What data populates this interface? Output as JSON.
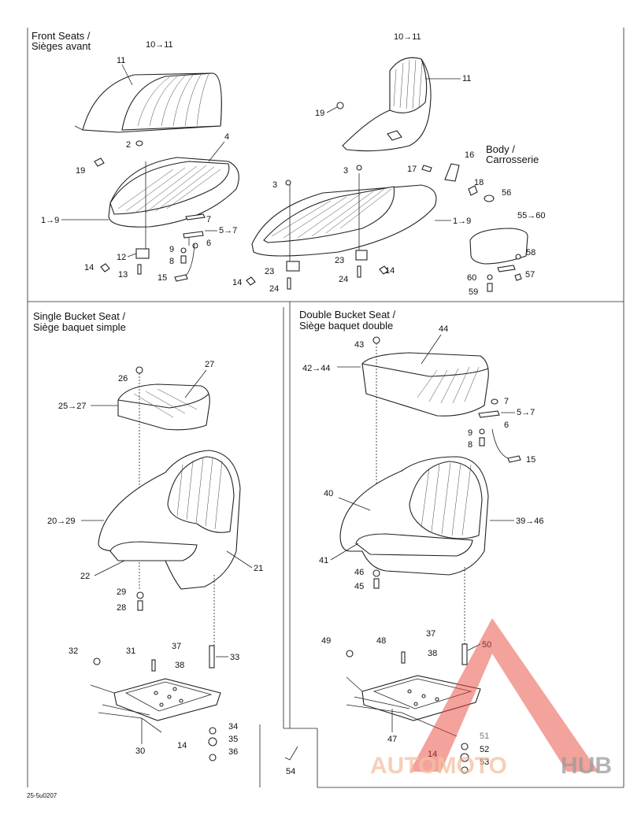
{
  "sections": {
    "front_title_en": "Front Seats /",
    "front_title_fr": "Sièges avant",
    "single_title_en": "Single Bucket Seat /",
    "single_title_fr": "Siège baquet simple",
    "double_title_en": "Double Bucket Seat /",
    "double_title_fr": "Siège baquet double",
    "body_en": "Body /",
    "body_fr": "Carrosserie"
  },
  "labels": {
    "l10_11a": "10→11",
    "l11a": "11",
    "l2": "2",
    "l4": "4",
    "l19a": "19",
    "l1_9a": "1→9",
    "l7a": "7",
    "l5_7a": "5→7",
    "l9a": "9",
    "l6a": "6",
    "l8a": "8",
    "l12": "12",
    "l14a": "14",
    "l13": "13",
    "l15a": "15",
    "l10_11b": "10→11",
    "l11b": "11",
    "l19b": "19",
    "l16": "16",
    "l17": "17",
    "l18": "18",
    "l3a": "3",
    "l3b": "3",
    "l56": "56",
    "l55_60": "55→60",
    "l1_9b": "1→9",
    "l23a": "23",
    "l23b": "23",
    "l14b": "14",
    "l24a": "24",
    "l24b": "24",
    "l14c": "14",
    "l58": "58",
    "l60": "60",
    "l57": "57",
    "l59": "59",
    "l26": "26",
    "l27": "27",
    "l25_27": "25→27",
    "l20_29": "20→29",
    "l22": "22",
    "l21": "21",
    "l29": "29",
    "l28": "28",
    "l32": "32",
    "l31": "31",
    "l37a": "37",
    "l38a": "38",
    "l33": "33",
    "l34": "34",
    "l35": "35",
    "l14d": "14",
    "l36": "36",
    "l30": "30",
    "l43": "43",
    "l44": "44",
    "l42_44": "42→44",
    "l7b": "7",
    "l5_7b": "5→7",
    "l6b": "6",
    "l9b": "9",
    "l8b": "8",
    "l15b": "15",
    "l40": "40",
    "l39_46": "39→46",
    "l41": "41",
    "l46": "46",
    "l45": "45",
    "l49": "49",
    "l48": "48",
    "l37b": "37",
    "l38b": "38",
    "l50": "50",
    "l47": "47",
    "l51": "51",
    "l14e": "14",
    "l52": "52",
    "l53": "53",
    "l54": "54"
  },
  "footer_code": "25-5u0207",
  "watermark": {
    "text_a": "AUTOMOTO",
    "text_b": "HUB",
    "color": "#e84a3c"
  }
}
